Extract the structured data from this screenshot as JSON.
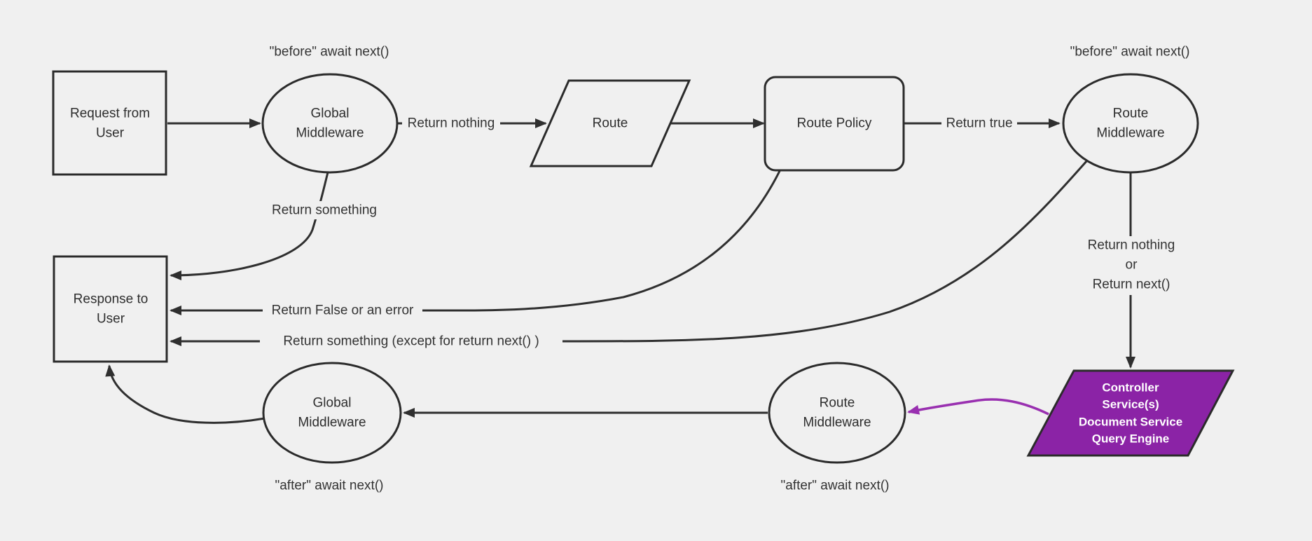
{
  "diagram": {
    "title": "middleware request response lifecycle flowchart",
    "colors": {
      "background": "#f0f0f0",
      "node_fill": "#f0f0f0",
      "node_stroke": "#2b2b2b",
      "edge_stroke": "#2f2f2f",
      "text": "#333333",
      "controller_fill": "#8b23a6",
      "controller_text": "#ffffff",
      "purple_edge": "#9930b0"
    },
    "nodes": {
      "request": {
        "lines": [
          "Request from",
          "User"
        ]
      },
      "global_mw_top": {
        "lines": [
          "Global",
          "Middleware"
        ]
      },
      "route": {
        "label": "Route"
      },
      "route_policy": {
        "label": "Route Policy"
      },
      "route_mw_top": {
        "lines": [
          "Route",
          "Middleware"
        ]
      },
      "controller": {
        "lines": [
          "Controller",
          "Service(s)",
          "Document Service",
          "Query Engine"
        ]
      },
      "route_mw_bottom": {
        "lines": [
          "Route",
          "Middleware"
        ]
      },
      "global_mw_bottom": {
        "lines": [
          "Global",
          "Middleware"
        ]
      },
      "response": {
        "lines": [
          "Response to",
          "User"
        ]
      }
    },
    "annotations": {
      "before_global": "\"before\" await next()",
      "before_route": "\"before\" await next()",
      "after_route": "\"after\" await next()",
      "after_global": "\"after\" await next()"
    },
    "edge_labels": {
      "return_nothing": "Return nothing",
      "return_true": "Return true",
      "return_something": "Return something",
      "return_false": "Return False or an error",
      "return_something_except": "Return something (except for return next() )",
      "return_nothing_or": [
        "Return nothing",
        "or",
        "Return next()"
      ]
    }
  }
}
